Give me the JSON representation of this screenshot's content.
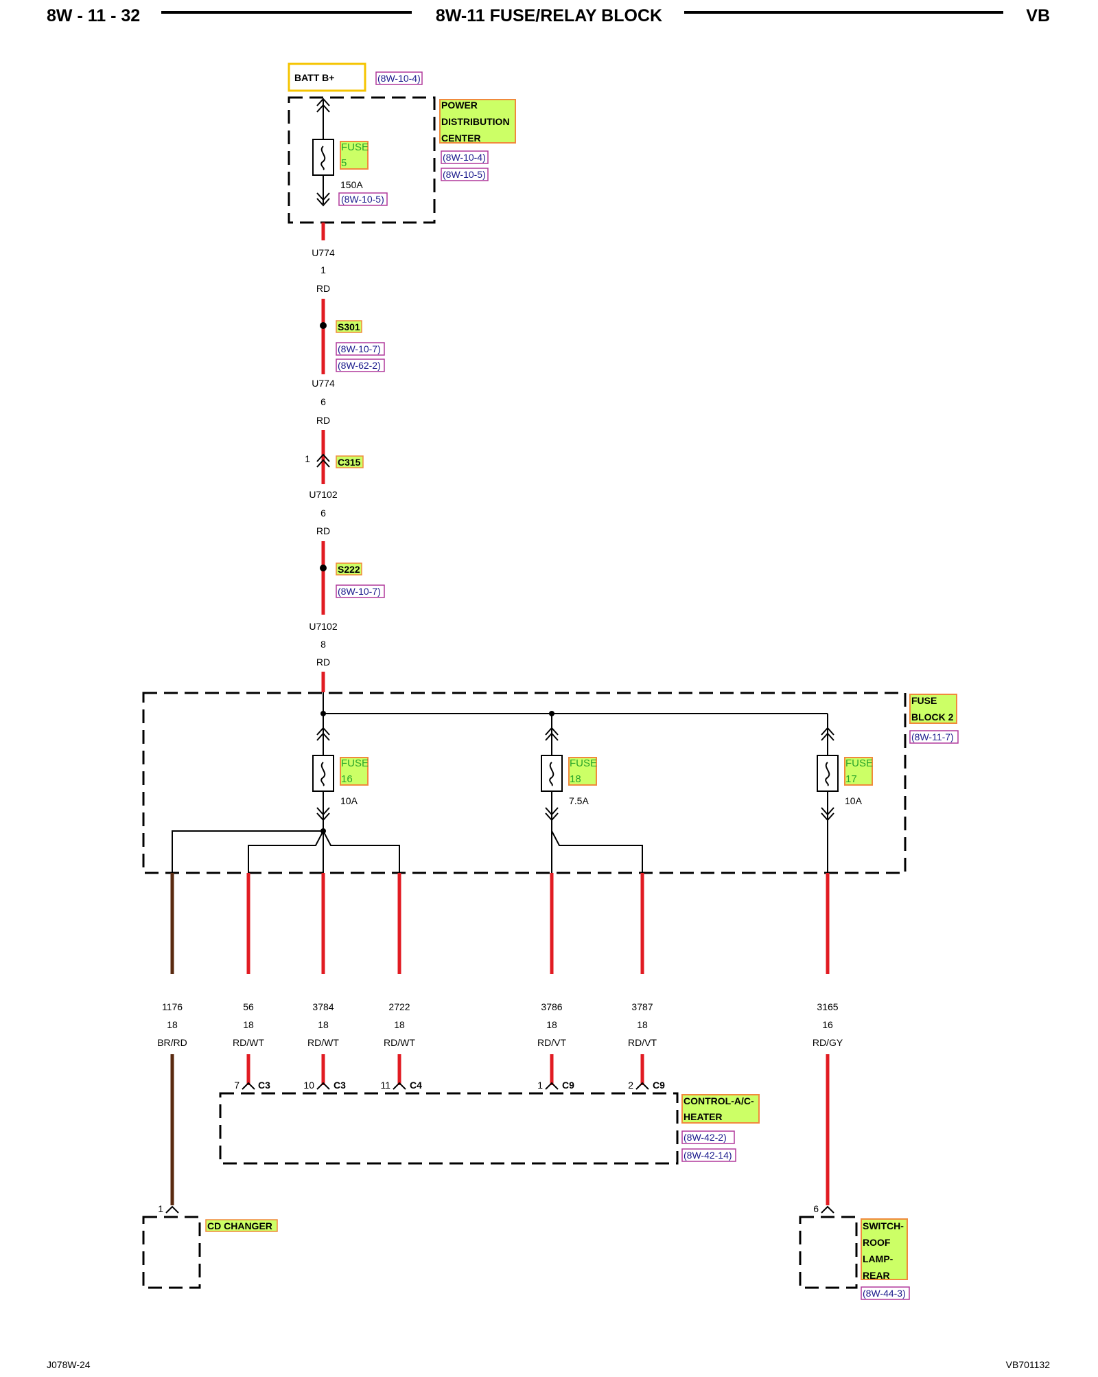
{
  "header": {
    "page_number": "8W - 11 - 32",
    "title": "8W-11 FUSE/RELAY BLOCK",
    "code": "VB"
  },
  "footer": {
    "left": "J078W-24",
    "right": "VB701132"
  },
  "batt": {
    "label": "BATT B+",
    "ref": "(8W-10-4)"
  },
  "pdc": {
    "name_lines": [
      "POWER",
      "DISTRIBUTION",
      "CENTER"
    ],
    "refs": [
      "(8W-10-4)",
      "(8W-10-5)"
    ],
    "fuse": {
      "word": "FUSE",
      "number": "5",
      "rating": "150A",
      "ref": "(8W-10-5)"
    }
  },
  "trunk": [
    {
      "circuit": "U774",
      "gauge": "1",
      "color": "RD"
    },
    {
      "circuit": "U774",
      "gauge": "6",
      "color": "RD"
    },
    {
      "circuit": "U7102",
      "gauge": "6",
      "color": "RD"
    },
    {
      "circuit": "U7102",
      "gauge": "8",
      "color": "RD"
    }
  ],
  "splices": [
    {
      "id": "S301",
      "refs": [
        "(8W-10-7)",
        "(8W-62-2)"
      ]
    },
    {
      "id": "S222",
      "refs": [
        "(8W-10-7)"
      ]
    }
  ],
  "connector_c315": {
    "id": "C315",
    "pin": "1"
  },
  "fuse_block": {
    "name_lines": [
      "FUSE",
      "BLOCK 2"
    ],
    "ref": "(8W-11-7)",
    "fuses": [
      {
        "word": "FUSE",
        "number": "16",
        "rating": "10A"
      },
      {
        "word": "FUSE",
        "number": "18",
        "rating": "7.5A"
      },
      {
        "word": "FUSE",
        "number": "17",
        "rating": "10A"
      }
    ]
  },
  "outputs": [
    {
      "circuit": "1176",
      "gauge": "18",
      "color": "BR/RD"
    },
    {
      "circuit": "56",
      "gauge": "18",
      "color": "RD/WT",
      "pin": "7",
      "connector": "C3"
    },
    {
      "circuit": "3784",
      "gauge": "18",
      "color": "RD/WT",
      "pin": "10",
      "connector": "C3"
    },
    {
      "circuit": "2722",
      "gauge": "18",
      "color": "RD/WT",
      "pin": "11",
      "connector": "C4"
    },
    {
      "circuit": "3786",
      "gauge": "18",
      "color": "RD/VT",
      "pin": "1",
      "connector": "C9"
    },
    {
      "circuit": "3787",
      "gauge": "18",
      "color": "RD/VT",
      "pin": "2",
      "connector": "C9"
    },
    {
      "circuit": "3165",
      "gauge": "16",
      "color": "RD/GY"
    }
  ],
  "control_module": {
    "name_lines": [
      "CONTROL-A/C-",
      "HEATER"
    ],
    "refs": [
      "(8W-42-2)",
      "(8W-42-14)"
    ]
  },
  "cd_changer": {
    "name": "CD CHANGER",
    "pin": "1"
  },
  "switch_roof": {
    "name_lines": [
      "SWITCH-",
      "ROOF",
      "LAMP-",
      "REAR"
    ],
    "pin": "6",
    "ref": "(8W-44-3)"
  },
  "colors": {
    "wire_red": "#e11b22",
    "wire_brown": "#5a2a10",
    "label_fill": "#ccff66",
    "label_border": "#f08a3c",
    "batt_border": "#f5c400",
    "ref_border": "#b0389b",
    "fuse_text": "#2aa52a"
  }
}
